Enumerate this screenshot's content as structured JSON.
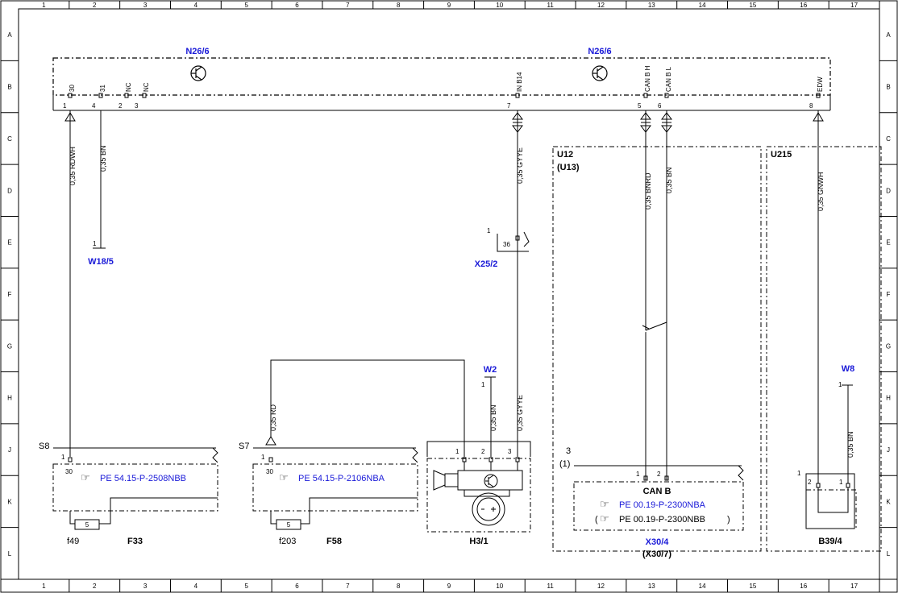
{
  "grid": {
    "columns": [
      "1",
      "2",
      "3",
      "4",
      "5",
      "6",
      "7",
      "8",
      "9",
      "10",
      "11",
      "12",
      "13",
      "14",
      "15",
      "16",
      "17"
    ],
    "rows": [
      "A",
      "B",
      "C",
      "D",
      "E",
      "F",
      "G",
      "H",
      "J",
      "K",
      "L"
    ]
  },
  "modules": {
    "n26_left": "N26/6",
    "n26_right": "N26/6",
    "u12": "U12",
    "u13": "(U13)",
    "u215": "U215"
  },
  "n26_pins": [
    {
      "num": "1",
      "name": "30"
    },
    {
      "num": "4",
      "name": "31"
    },
    {
      "num": "2",
      "name": "NC"
    },
    {
      "num": "3",
      "name": "NC"
    },
    {
      "num": "7",
      "name": "IN B14"
    },
    {
      "num": "5",
      "name": "CAN B H"
    },
    {
      "num": "6",
      "name": "CAN B L"
    },
    {
      "num": "8",
      "name": "EDW"
    }
  ],
  "wires": {
    "w1": "0,35 RDWH",
    "w2": "0,35 BN",
    "w3": "0,35 GYYE",
    "w4": "0,35 BNRD",
    "w5": "0,35 BN",
    "w6": "0,35 GNWH",
    "w7": "0,35 RD",
    "w8": "0,35 BN",
    "w9": "0,35 GYYE",
    "w10": "0,35 BN"
  },
  "links": {
    "w18_5": "W18/5",
    "x25_2": "X25/2",
    "w2": "W2",
    "w8": "W8",
    "f33_ref": "PE 54.15-P-2508NBB",
    "f58_ref": "PE 54.15-P-2106NBA",
    "can_ref1": "PE 00.19-P-2300NBA",
    "can_ref2": "PE 00.19-P-2300NBB",
    "x30_4": "X30/4"
  },
  "labels": {
    "s8": "S8",
    "s7": "S7",
    "f33": "F33",
    "f58": "F58",
    "f49": "f49",
    "f203": "f203",
    "fuse_5a": "5",
    "fuse_5b": "5",
    "pin30a": "30",
    "pin30b": "30",
    "h3_1": "H3/1",
    "can_b": "CAN B",
    "x30_7": "(X30/7)",
    "b39_4": "B39/4",
    "x25_pin": "36",
    "u12_pin3": "3",
    "u12_pin1": "(1)",
    "open_paren": "(",
    "close_paren": ")"
  },
  "pin_nums": {
    "one": "1",
    "two": "2",
    "three": "3"
  }
}
